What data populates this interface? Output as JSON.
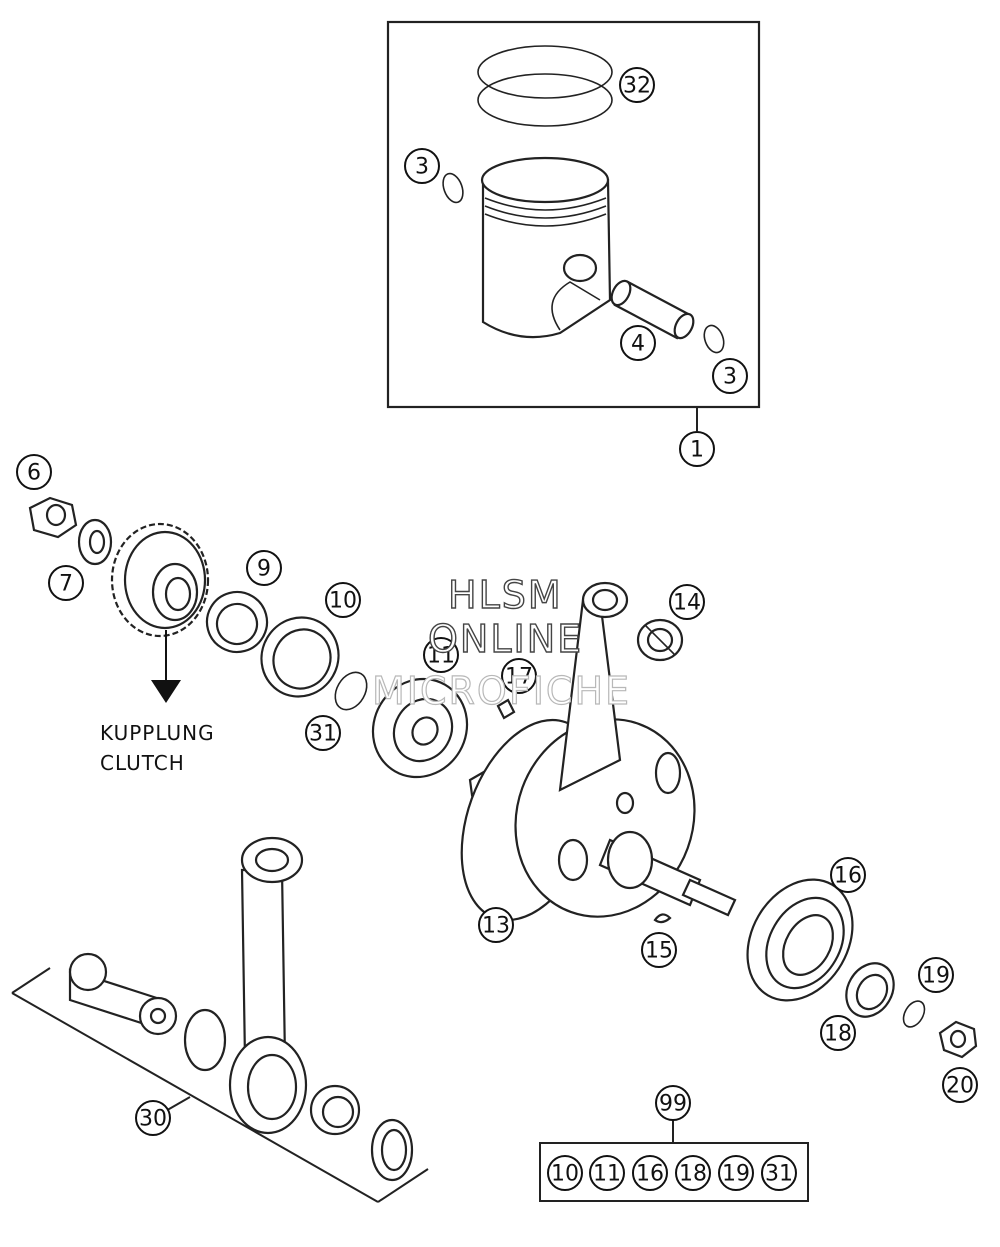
{
  "watermark": {
    "line1": "HLSM",
    "line2": "ONLINE",
    "line3": "MICROFICHE"
  },
  "clutch_label": {
    "de": "KUPPLUNG",
    "en": "CLUTCH"
  },
  "callouts": {
    "c1": "1",
    "c3a": "3",
    "c3b": "3",
    "c4": "4",
    "c6": "6",
    "c7": "7",
    "c9": "9",
    "c10": "10",
    "c11": "11",
    "c13": "13",
    "c14": "14",
    "c15": "15",
    "c16": "16",
    "c17": "17",
    "c18": "18",
    "c19": "19",
    "c20": "20",
    "c30": "30",
    "c31": "31",
    "c32": "32",
    "c99": "99"
  },
  "kit_99_items": [
    "10",
    "11",
    "16",
    "18",
    "19",
    "31"
  ]
}
